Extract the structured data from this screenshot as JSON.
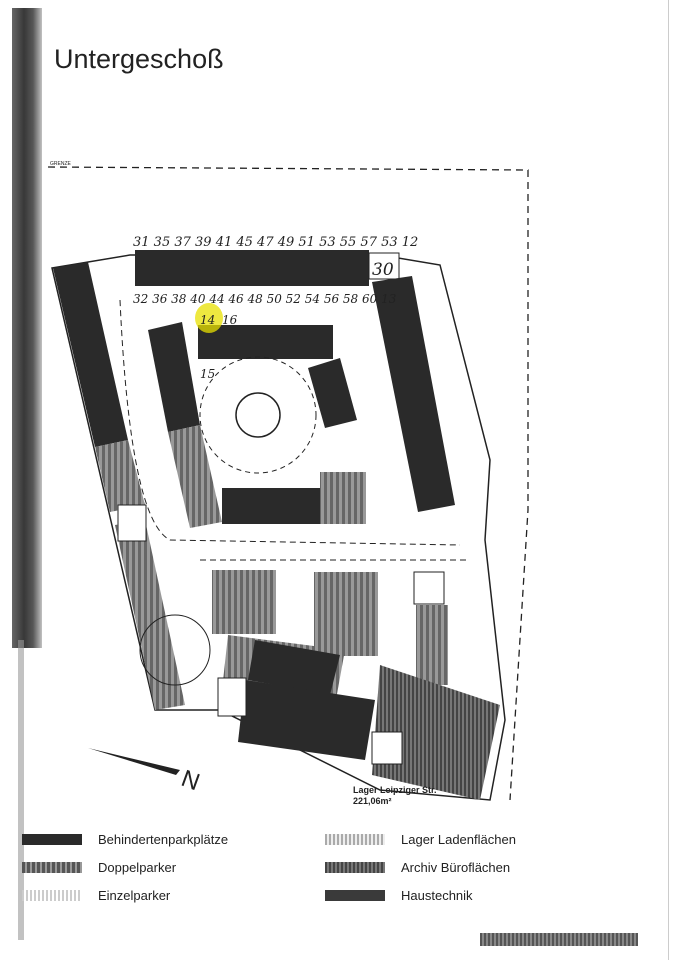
{
  "title": "Untergeschoß",
  "plan": {
    "boundary_label": "GRENZE",
    "handwritten_top_row": "31 35 37 39 41 45 47 49 51 53 55 57 53 12",
    "handwritten_bottom_row": "32 36 38 40 44 46 48 50 52 54 56 58 60 13",
    "handwritten_box": "30",
    "handwritten_highlighted": "14",
    "handwritten_16": "16",
    "handwritten_15": "15",
    "storage_label": "Lager Leipziger Str.",
    "storage_area": "221,06m²",
    "north_label": "N",
    "highlight_color": "#e8e000"
  },
  "legend": [
    {
      "label": "Behindertenparkplätze",
      "style": "dark"
    },
    {
      "label": "Doppelparker",
      "style": "double"
    },
    {
      "label": "Einzelparker",
      "style": "single"
    },
    {
      "label": "Lager Ladenflächen",
      "style": "lager"
    },
    {
      "label": "Archiv Büroflächen",
      "style": "archiv"
    },
    {
      "label": "Haustechnik",
      "style": "haus"
    }
  ]
}
